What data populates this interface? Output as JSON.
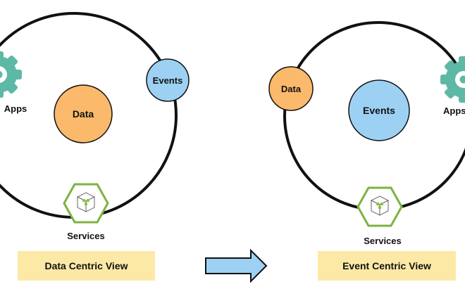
{
  "left_view": {
    "apps_label": "Apps",
    "data_label": "Data",
    "events_label": "Events",
    "services_label": "Services",
    "caption": "Data Centric View"
  },
  "right_view": {
    "apps_label": "Apps",
    "data_label": "Data",
    "events_label": "Events",
    "services_label": "Services",
    "caption": "Event Centric View"
  },
  "colors": {
    "data_fill": "#fbb96b",
    "events_fill": "#9dd1f3",
    "gear_fill": "#5eb8a6",
    "hexagon_stroke": "#7cb342",
    "caption_fill": "#fde9a6",
    "arrow_fill": "#9dd1f3"
  },
  "icons": {
    "apps": "gear-icon",
    "services": "cube-hexagon-icon",
    "transition": "right-arrow-icon"
  }
}
